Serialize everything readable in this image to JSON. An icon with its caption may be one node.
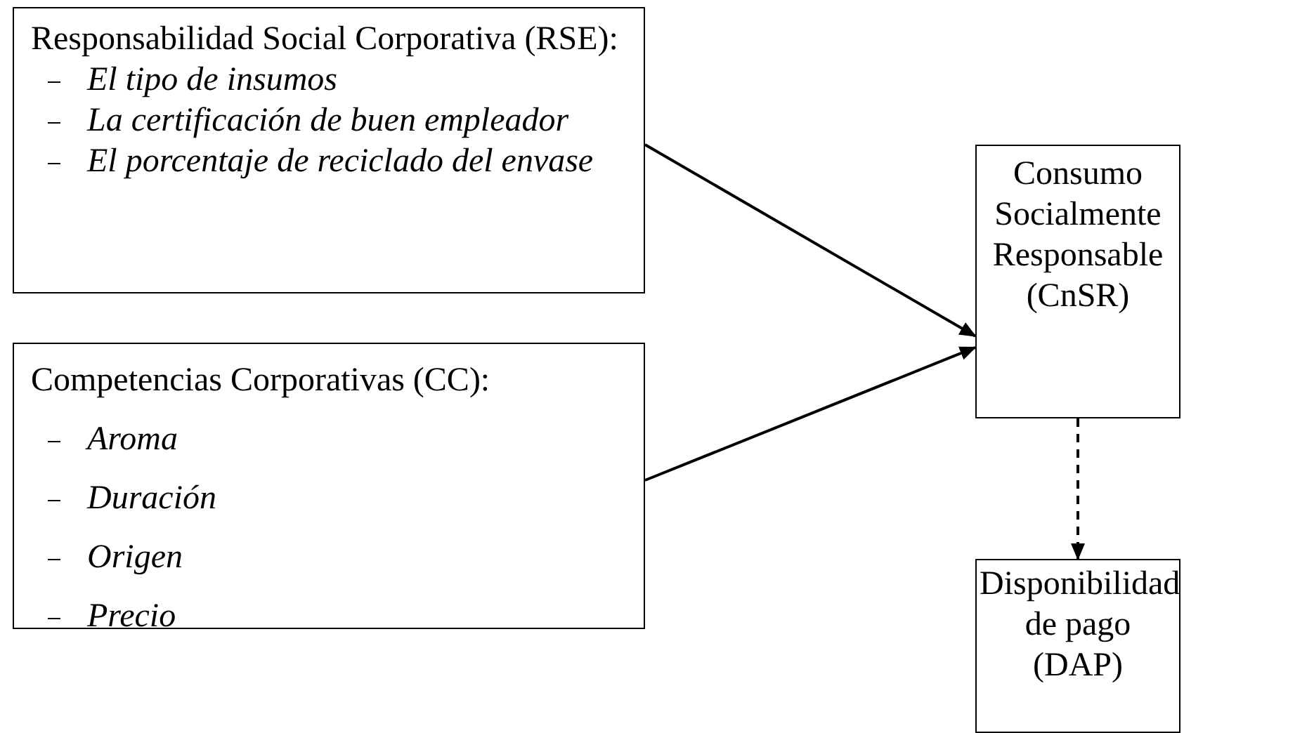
{
  "diagram": {
    "nodes": [
      {
        "text": [
          "Responsabilidad Social Corporativa (RSE):",
          "El tipo de insumos",
          "La certificación de buen empleador",
          "El porcentaje de reciclado del envase"
        ]
      },
      {
        "text": [
          "Competencias Corporativas (CC):",
          "Aroma",
          "Duración",
          "Origen",
          "Precio"
        ]
      },
      {
        "text": [
          "Consumo Socialmente Responsable (CnSR)"
        ]
      },
      {
        "text": [
          "Disponibilidad de pago (DAP)"
        ]
      }
    ],
    "edges": [
      {
        "from": 0,
        "to": 2,
        "arrow": "to"
      },
      {
        "from": 1,
        "to": 2,
        "arrow": "to"
      },
      {
        "from": 2,
        "to": 3,
        "arrow": "to",
        "style": "dashed"
      }
    ]
  }
}
